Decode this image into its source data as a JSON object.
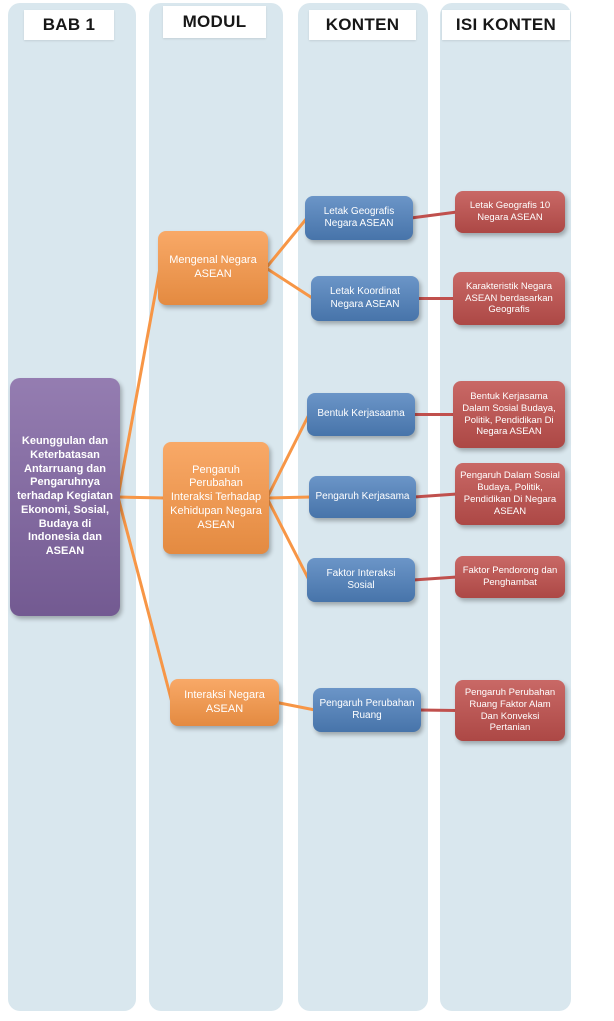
{
  "headers": [
    {
      "id": "bab1",
      "label": "BAB 1"
    },
    {
      "id": "modul",
      "label": "MODUL"
    },
    {
      "id": "konten",
      "label": "KONTEN"
    },
    {
      "id": "isi-konten",
      "label": "ISI KONTEN"
    }
  ],
  "nodes": {
    "bab": {
      "label": "Keunggulan dan Keterbatasan Antarruang dan Pengaruhnya terhadap Kegiatan Ekonomi, Sosial, Budaya di Indonesia dan ASEAN"
    },
    "modul": [
      {
        "id": "modul-1",
        "label": "Mengenal Negara ASEAN"
      },
      {
        "id": "modul-2",
        "label": "Pengaruh Perubahan Interaksi Terhadap Kehidupan Negara ASEAN"
      },
      {
        "id": "modul-3",
        "label": "Interaksi Negara ASEAN"
      }
    ],
    "konten": [
      {
        "id": "konten-1",
        "label": "Letak Geografis Negara ASEAN"
      },
      {
        "id": "konten-2",
        "label": "Letak Koordinat Negara ASEAN"
      },
      {
        "id": "konten-3",
        "label": "Bentuk Kerjasaama"
      },
      {
        "id": "konten-4",
        "label": "Pengaruh Kerjasama"
      },
      {
        "id": "konten-5",
        "label": "Faktor Interaksi Sosial"
      },
      {
        "id": "konten-6",
        "label": "Pengaruh Perubahan Ruang"
      }
    ],
    "isi": [
      {
        "id": "isi-1",
        "label": "Letak Geografis 10 Negara ASEAN"
      },
      {
        "id": "isi-2",
        "label": "Karakteristik Negara ASEAN berdasarkan Geografis"
      },
      {
        "id": "isi-3",
        "label": "Bentuk Kerjasama Dalam Sosial Budaya, Politik, Pendidikan Di Negara ASEAN"
      },
      {
        "id": "isi-4",
        "label": "Pengaruh Dalam Sosial Budaya, Politik, Pendidikan Di Negara ASEAN"
      },
      {
        "id": "isi-5",
        "label": "Faktor Pendorong dan Penghambat"
      },
      {
        "id": "isi-6",
        "label": "Pengaruh Perubahan Ruang Faktor Alam Dan Konveksi Pertanian"
      }
    ]
  },
  "edges": [
    {
      "from": "bab",
      "to": "modul-1",
      "color": "#f79646"
    },
    {
      "from": "bab",
      "to": "modul-2",
      "color": "#f79646"
    },
    {
      "from": "bab",
      "to": "modul-3",
      "color": "#f79646"
    },
    {
      "from": "modul-1",
      "to": "konten-1",
      "color": "#f79646"
    },
    {
      "from": "modul-1",
      "to": "konten-2",
      "color": "#f79646"
    },
    {
      "from": "modul-2",
      "to": "konten-3",
      "color": "#f79646"
    },
    {
      "from": "modul-2",
      "to": "konten-4",
      "color": "#f79646"
    },
    {
      "from": "modul-2",
      "to": "konten-5",
      "color": "#f79646"
    },
    {
      "from": "modul-3",
      "to": "konten-6",
      "color": "#f79646"
    },
    {
      "from": "konten-1",
      "to": "isi-1",
      "color": "#c0504d"
    },
    {
      "from": "konten-2",
      "to": "isi-2",
      "color": "#c0504d"
    },
    {
      "from": "konten-3",
      "to": "isi-3",
      "color": "#c0504d"
    },
    {
      "from": "konten-4",
      "to": "isi-4",
      "color": "#c0504d"
    },
    {
      "from": "konten-5",
      "to": "isi-5",
      "color": "#c0504d"
    },
    {
      "from": "konten-6",
      "to": "isi-6",
      "color": "#c0504d"
    }
  ],
  "colors": {
    "column_bg": "#d9e7ee",
    "bab_fill": "#8064a2",
    "modul_fill": "#f79646",
    "konten_fill": "#4f81bd",
    "isi_fill": "#c0504d"
  }
}
